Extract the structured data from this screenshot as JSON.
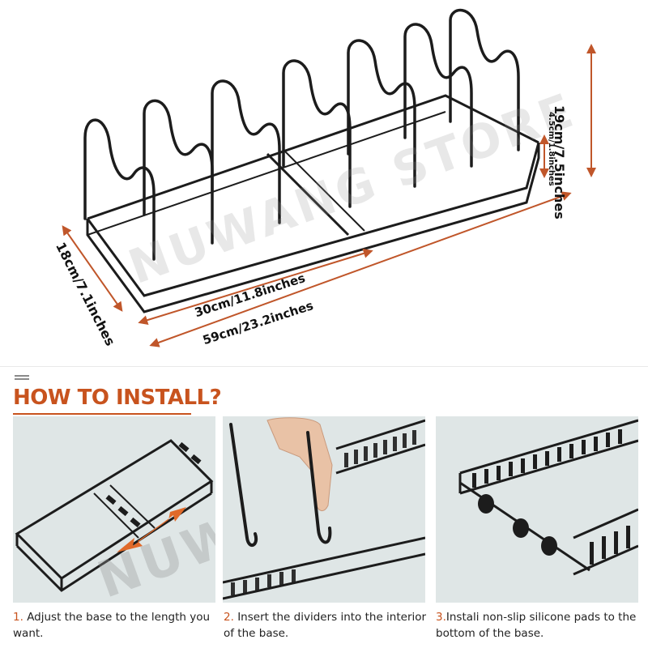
{
  "product": {
    "dimensions": {
      "height": "19cm/7.5inches",
      "divider_height": "4.5cm/1.8inches",
      "depth": "18cm/7.1inches",
      "length_min": "30cm/11.8inches",
      "length_max": "59cm/23.2inches"
    },
    "watermark": "NUWANG STORE"
  },
  "install": {
    "title": "HOW TO INSTALL?",
    "steps": [
      {
        "number": "1.",
        "text": "Adjust the base to the length you want."
      },
      {
        "number": "2.",
        "text": "Insert the dividers into the interior of the base."
      },
      {
        "number": "3.",
        "text": "Instali non-slip silicone pads to the bottom of the base."
      }
    ]
  },
  "colors": {
    "accent": "#c8531e",
    "rack": "#1c1c1c",
    "panel_bg": "#dfe6e6",
    "arrow": "#e06a2a"
  }
}
